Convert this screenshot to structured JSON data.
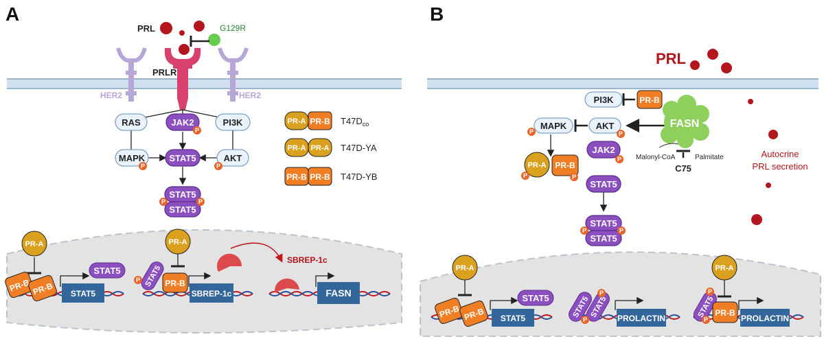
{
  "panels": {
    "a": {
      "letter": "A",
      "prl": "PRL",
      "g129r": "G129R",
      "prlr": "PRLR",
      "her2": "HER2",
      "ras": "RAS",
      "jak2": "JAK2",
      "pi3k": "PI3K",
      "mapk": "MAPK",
      "stat5": "STAT5",
      "akt": "AKT",
      "pra": "PR-A",
      "prb": "PR-B",
      "p": "P",
      "gene_stat5": "STAT5",
      "gene_sbrep": "SBREP-1c",
      "gene_fasn": "FASN",
      "sbrep_label": "SBREP-1c",
      "legend": {
        "row1": "T47D",
        "row1_sub": "co",
        "row2": "T47D-YA",
        "row3": "T47D-YB"
      }
    },
    "b": {
      "letter": "B",
      "prl": "PRL",
      "pi3k": "PI3K",
      "prb": "PR-B",
      "pra": "PR-A",
      "mapk": "MAPK",
      "akt": "AKT",
      "jak2": "JAK2",
      "stat5": "STAT5",
      "fasn": "FASN",
      "malonyl": "Malonyl-CoA",
      "palmitate": "Palmitate",
      "c75": "C75",
      "autocrine_1": "Autocrine",
      "autocrine_2": "PRL secretion",
      "p": "P",
      "gene_stat5": "STAT5",
      "gene_prolactin": "PROLACTIN"
    }
  },
  "colors": {
    "stat5": "#8b4fc0",
    "pr_a": "#d9a11e",
    "pr_b": "#ef7e24",
    "p": "#e8652a",
    "prl_ball": "#b4161e",
    "g129r_ball": "#66cc4d",
    "prlr": "#d8416e",
    "her2": "#b7a7d6",
    "fasn": "#8fcf5c",
    "gene": "#33669a",
    "node_fill": "#eaf2fb",
    "node_stroke": "#7fa2c6",
    "membrane": "#cfe0ee",
    "nucleus": "#e3e3e3",
    "label_red": "#b3141a",
    "label_green": "#2e7d32"
  }
}
